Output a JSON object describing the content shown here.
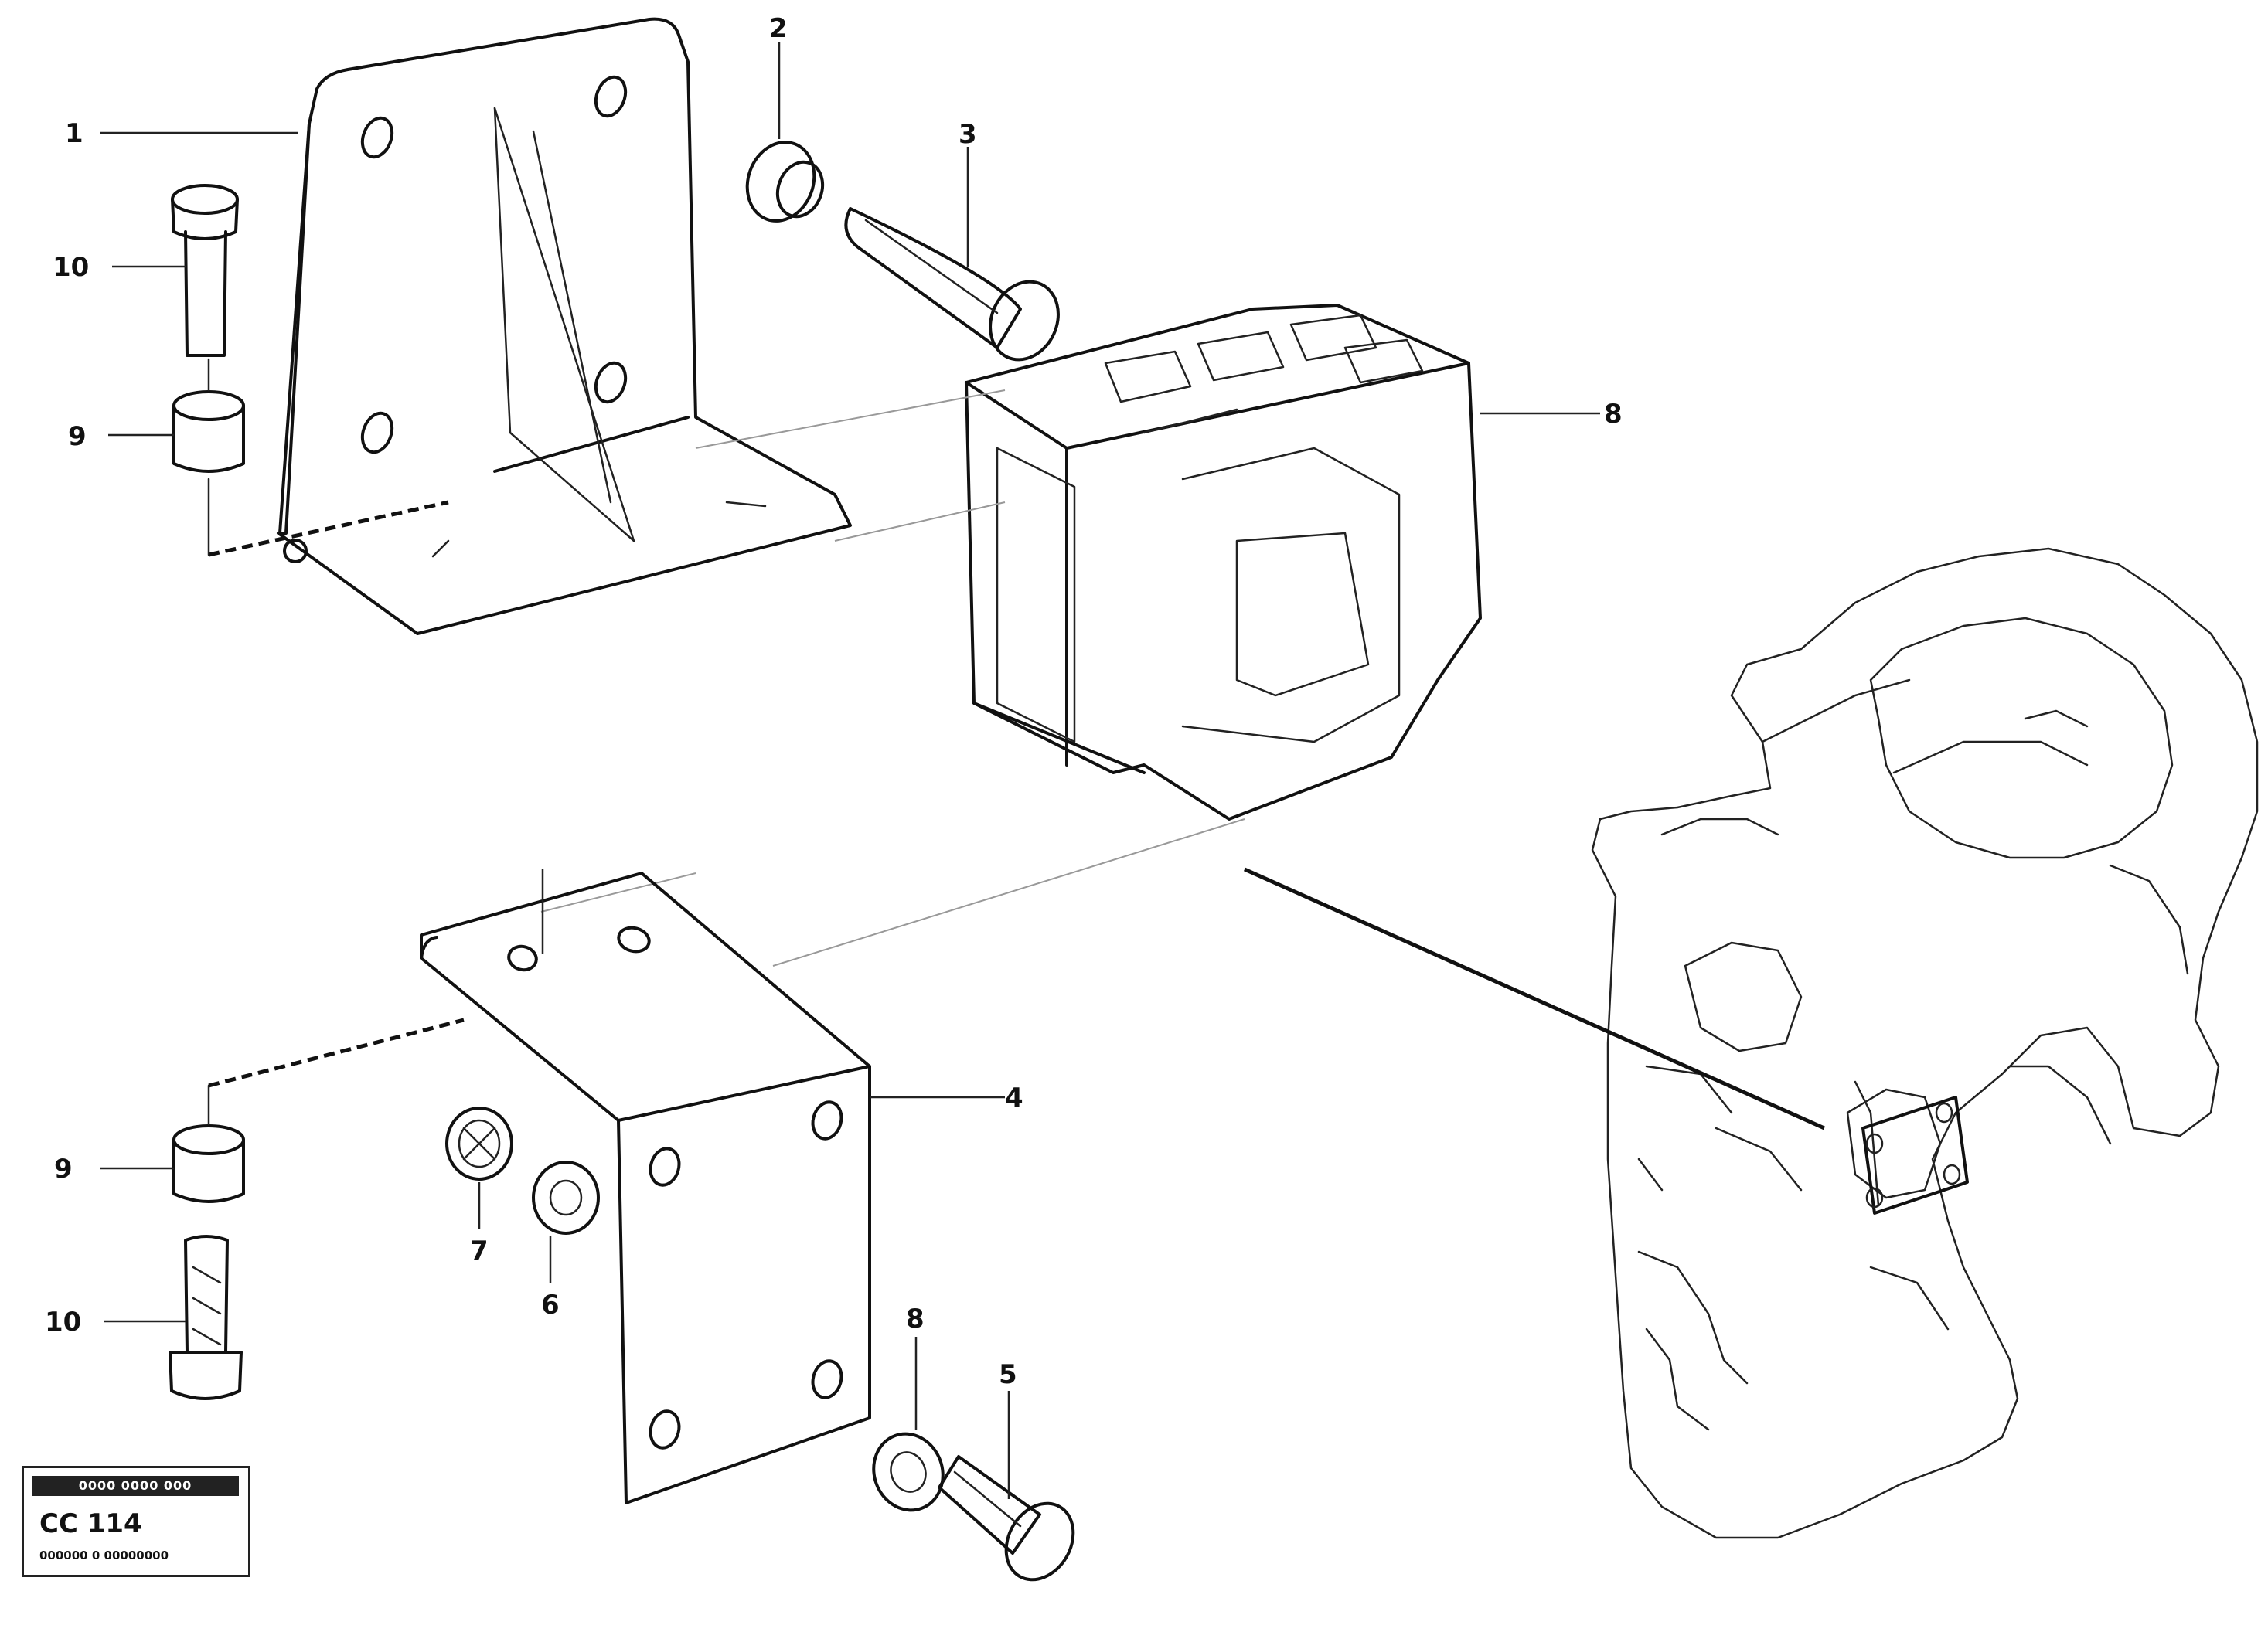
{
  "diagram": {
    "callouts": [
      {
        "id": "c1",
        "label": "1"
      },
      {
        "id": "c2",
        "label": "2"
      },
      {
        "id": "c3",
        "label": "3"
      },
      {
        "id": "c4",
        "label": "4"
      },
      {
        "id": "c5",
        "label": "5"
      },
      {
        "id": "c6",
        "label": "6"
      },
      {
        "id": "c7",
        "label": "7"
      },
      {
        "id": "c8a",
        "label": "8"
      },
      {
        "id": "c8b",
        "label": "8"
      },
      {
        "id": "c9a",
        "label": "9"
      },
      {
        "id": "c9b",
        "label": "9"
      },
      {
        "id": "c10a",
        "label": "10"
      },
      {
        "id": "c10b",
        "label": "10"
      }
    ]
  },
  "title_block": {
    "header": "0000 0000 000",
    "code": "CC 114",
    "subtitle": "000000 0 00000000"
  }
}
